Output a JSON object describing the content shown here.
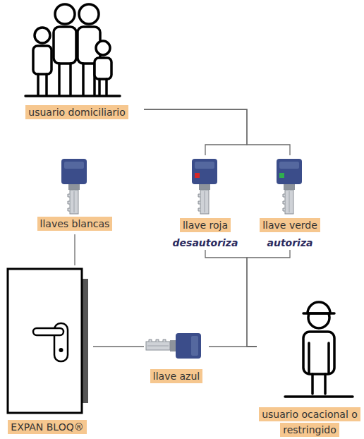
{
  "diagram": {
    "nodes": [
      {
        "text": [
          "usuario domiciliario"
        ]
      },
      {
        "text": [
          "llaves blancas"
        ]
      },
      {
        "text": [
          "llave roja",
          "desautoriza"
        ]
      },
      {
        "text": [
          "llave verde",
          "autoriza"
        ]
      },
      {
        "text": [
          "EXPAN BLOQ®"
        ]
      },
      {
        "text": [
          "llave azul"
        ]
      },
      {
        "text": [
          "usuario ocacional o restringido"
        ]
      }
    ],
    "edges": [
      {
        "from": 0,
        "to": 2,
        "arrow": "none"
      },
      {
        "from": 0,
        "to": 3,
        "arrow": "none"
      },
      {
        "from": 1,
        "to": 4,
        "arrow": "none"
      },
      {
        "from": 4,
        "to": 5,
        "arrow": "none"
      },
      {
        "from": 5,
        "to": 6,
        "arrow": "none"
      },
      {
        "from": 2,
        "to": 6,
        "arrow": "none"
      },
      {
        "from": 3,
        "to": 6,
        "arrow": "none"
      }
    ]
  }
}
